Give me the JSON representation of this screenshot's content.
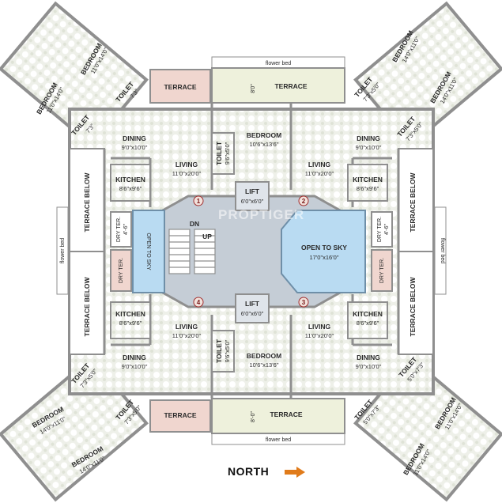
{
  "labels": {
    "flower_bed": "flower bed",
    "terrace": "TERRACE",
    "terrace_below": "TERRACE BELOW",
    "bedroom": "BEDROOM",
    "toilet": "TOILET",
    "dining": "DINING",
    "living": "LIVING",
    "kitchen": "KITCHEN",
    "lift": "LIFT",
    "open_to_sky": "OPEN TO SKY",
    "dry_ter": "DRY TER.",
    "dn": "DN",
    "up": "UP",
    "north": "NORTH"
  },
  "dims": {
    "bed_11_14": "11'0\"x14'0\"",
    "bed_14_11": "14'0\"x11'0\"",
    "bed_10_13": "10'6\"x13'6\"",
    "dining": "9'0\"x10'0\"",
    "living": "11'0\"x20'0\"",
    "kitchen": "8'6\"x9'6\"",
    "lift": "6'0\"x6'0\"",
    "open_right": "17'0\"x16'0\"",
    "toilet_73_50": "7'3\"x5'0\"",
    "toilet_50_73": "5'0\"x7'3\"",
    "toilet_96_50": "9'6\"x5'0\"",
    "toilet_73": "7'3\"",
    "toilet_50": "5'0\"",
    "dry_46": "4'-6\"",
    "terrace_80": "8'0\"",
    "terrace_8_0": "8'-0\""
  },
  "flat_numbers": [
    "1",
    "2",
    "3",
    "4"
  ],
  "watermark": "PROPTIGER",
  "colors": {
    "floor": "#eceee6",
    "tile": "#d8dccf",
    "wall": "#8f8f8f",
    "terrace_pink": "#f0d6cf",
    "terrace_green": "#eef1dc",
    "sky": "#b9dbf2",
    "core": "#c5cdd6",
    "arrow": "#e07b1a"
  }
}
